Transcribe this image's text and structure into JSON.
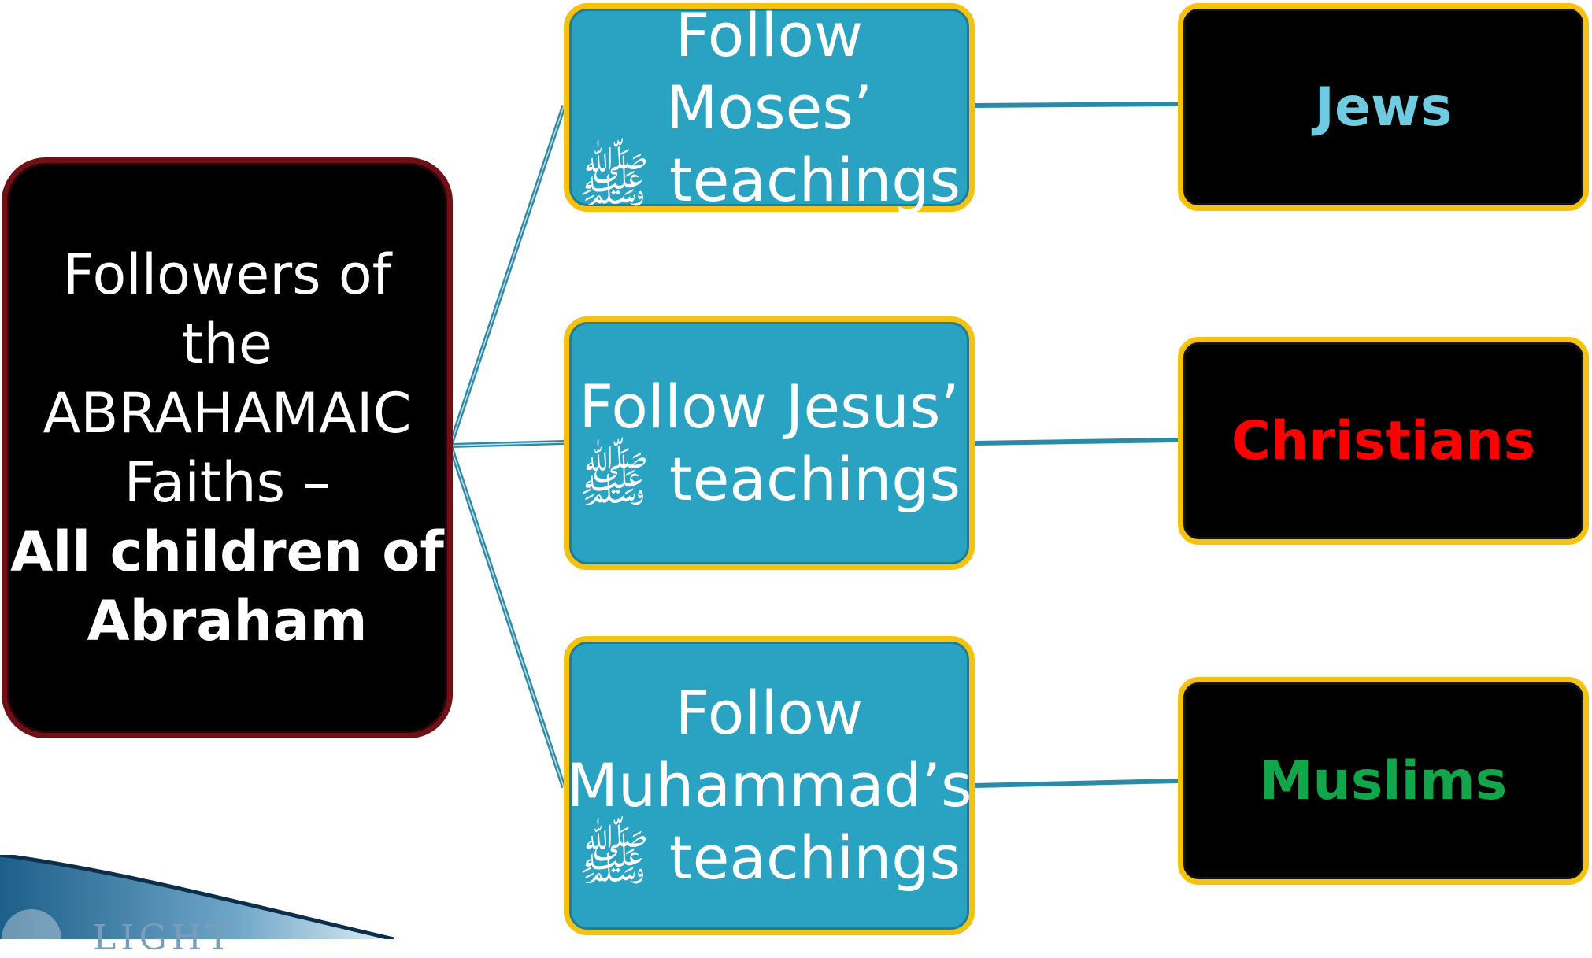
{
  "root": {
    "line1": "Followers of",
    "line2": "the",
    "line3": "ABRAHAMAIC",
    "line4": "Faiths –",
    "line5": "All children of",
    "line6": "Abraham"
  },
  "teachings": [
    {
      "lines": [
        "Follow Moses’",
        "ﷺ teachings"
      ]
    },
    {
      "lines": [
        "Follow Jesus’",
        "ﷺ teachings"
      ]
    },
    {
      "lines": [
        "Follow",
        "Muhammad’s",
        "ﷺ teachings"
      ]
    }
  ],
  "groups": [
    {
      "label": "Jews",
      "color": "#6fcbe0"
    },
    {
      "label": "Christians",
      "color": "#ff0000"
    },
    {
      "label": "Muslims",
      "color": "#12a64a"
    }
  ],
  "logo": {
    "text": "LIGHT"
  },
  "colors": {
    "connector": "#2b8aa8",
    "teaching_fill": "#2aa2c1",
    "border_gold": "#f4c20f",
    "root_border": "#6e1016"
  }
}
